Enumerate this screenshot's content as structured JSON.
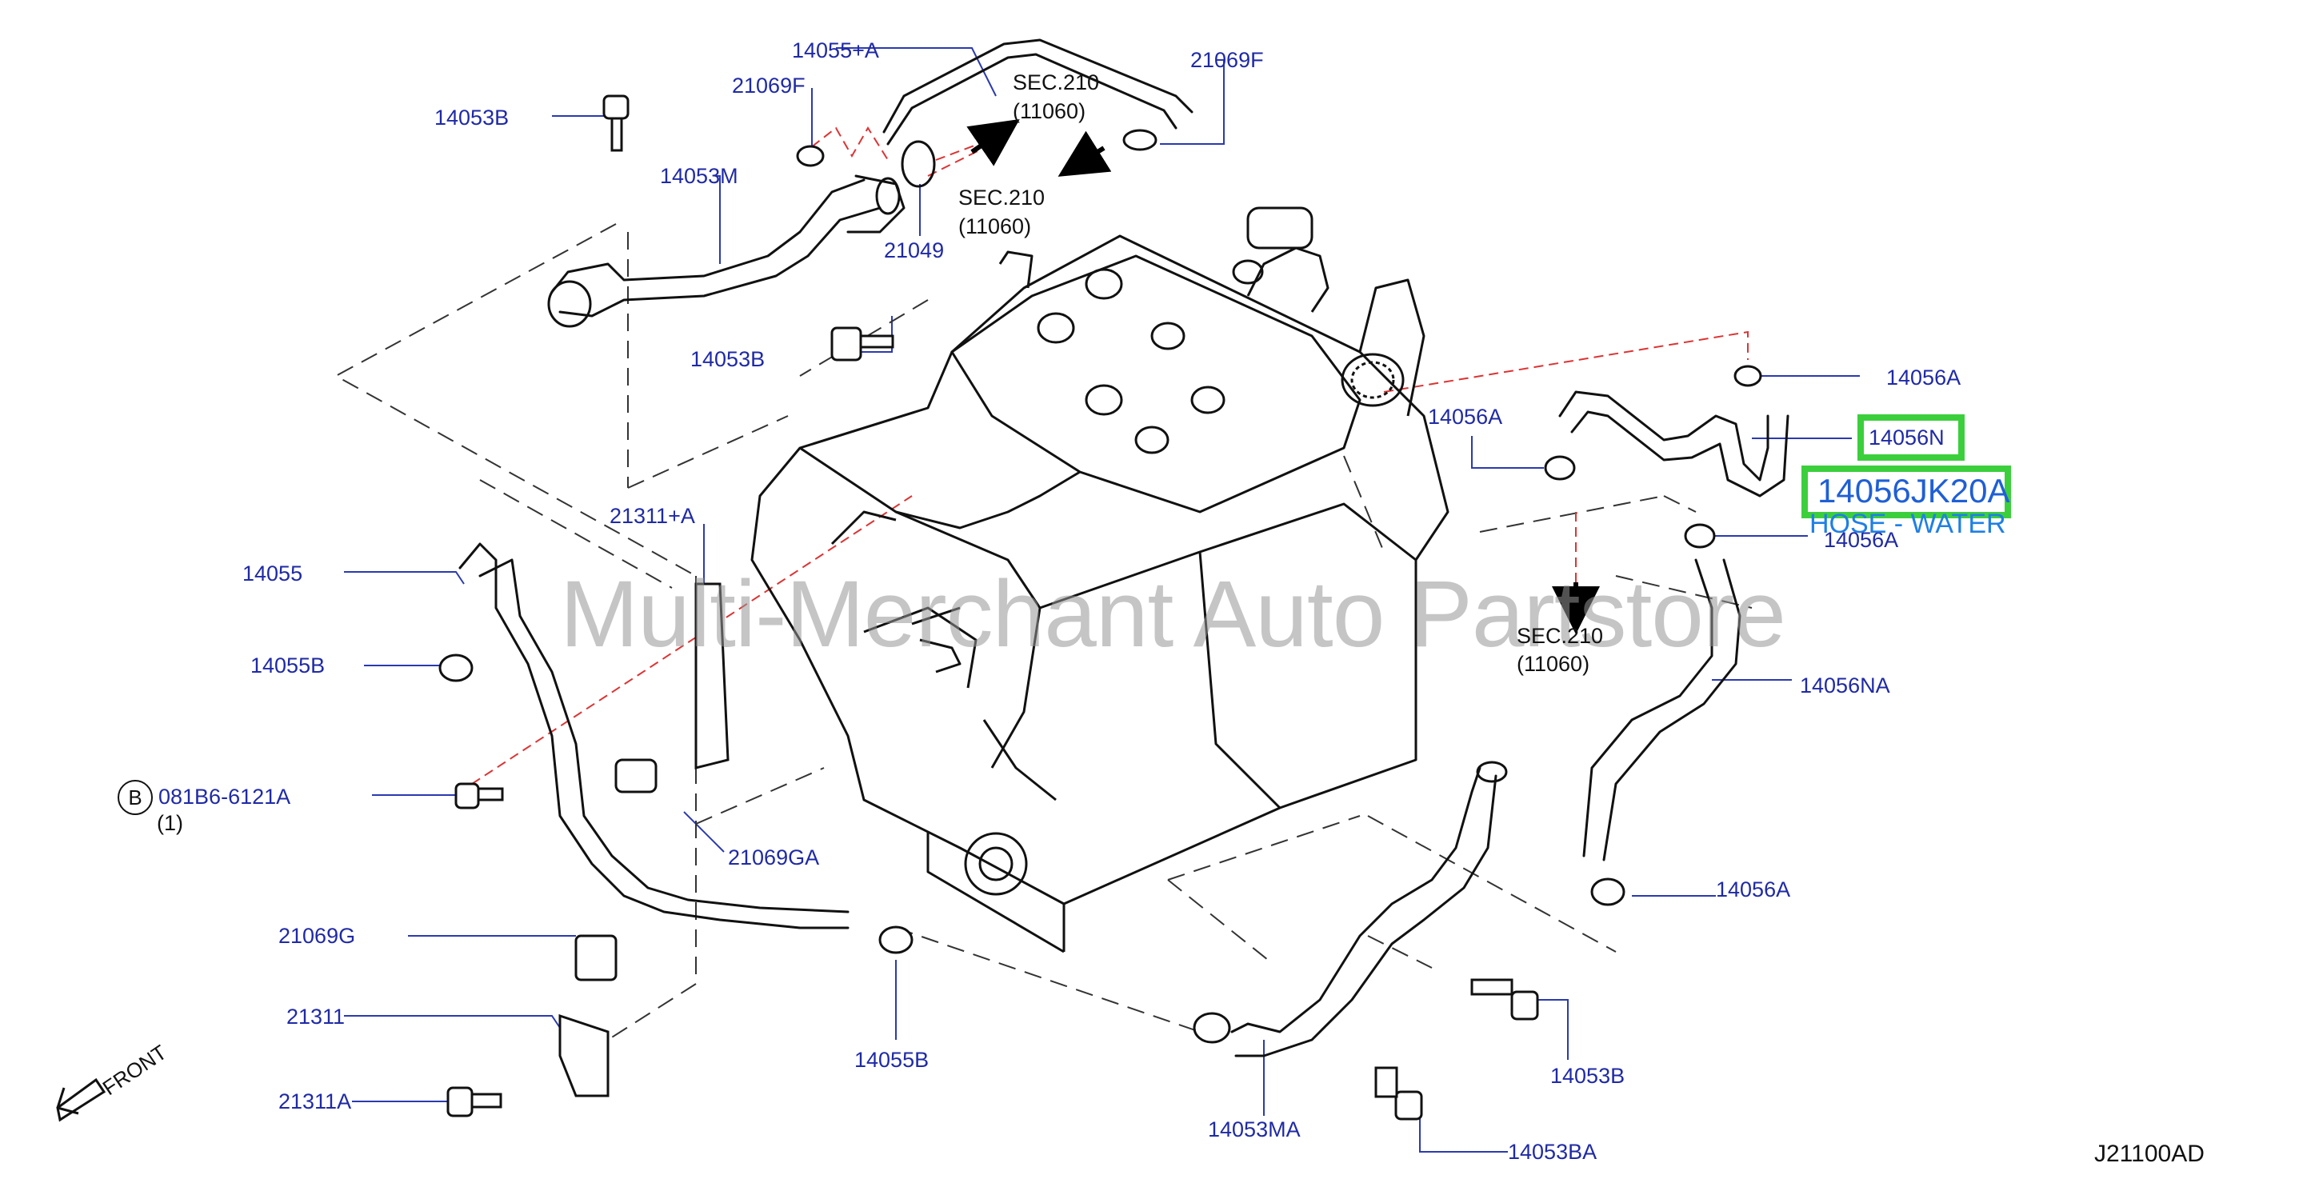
{
  "diagram_code": "J21100AD",
  "watermark": "Multi-Merchant Auto Partstore",
  "front_label": "FRONT",
  "highlight": {
    "part_number": "14056JK20A",
    "description": "HOSE - WATER",
    "accent_color": "#3ccf3c",
    "text_color": "#1f5fd6"
  },
  "callout_b": {
    "letter": "B",
    "part": "081B6-6121A",
    "qty": "(1)"
  },
  "sec_refs": [
    {
      "line1": "SEC.210",
      "line2": "(11060)"
    },
    {
      "line1": "SEC.210",
      "line2": "(11060)"
    },
    {
      "line1": "SEC.210",
      "line2": "(11060)"
    }
  ],
  "labels": {
    "p14055a": "14055+A",
    "p21069f_top": "21069F",
    "p21069f_right": "21069F",
    "p14053b_top": "14053B",
    "p14053m": "14053M",
    "p21049": "21049",
    "p14053b_mid": "14053B",
    "p14056a_1": "14056A",
    "p14056a_2": "14056A",
    "p14056n": "14056N",
    "p14056a_3": "14056A",
    "p21311a_top": "21311+A",
    "p14055": "14055",
    "p14055b_left": "14055B",
    "p14056na": "14056NA",
    "p21069ga": "21069GA",
    "p14056a_4": "14056A",
    "p21069g": "21069G",
    "p21311": "21311",
    "p21311a": "21311A",
    "p14055b_bot": "14055B",
    "p14053ma": "14053MA",
    "p14053b_bot": "14053B",
    "p14053ba": "14053BA"
  }
}
